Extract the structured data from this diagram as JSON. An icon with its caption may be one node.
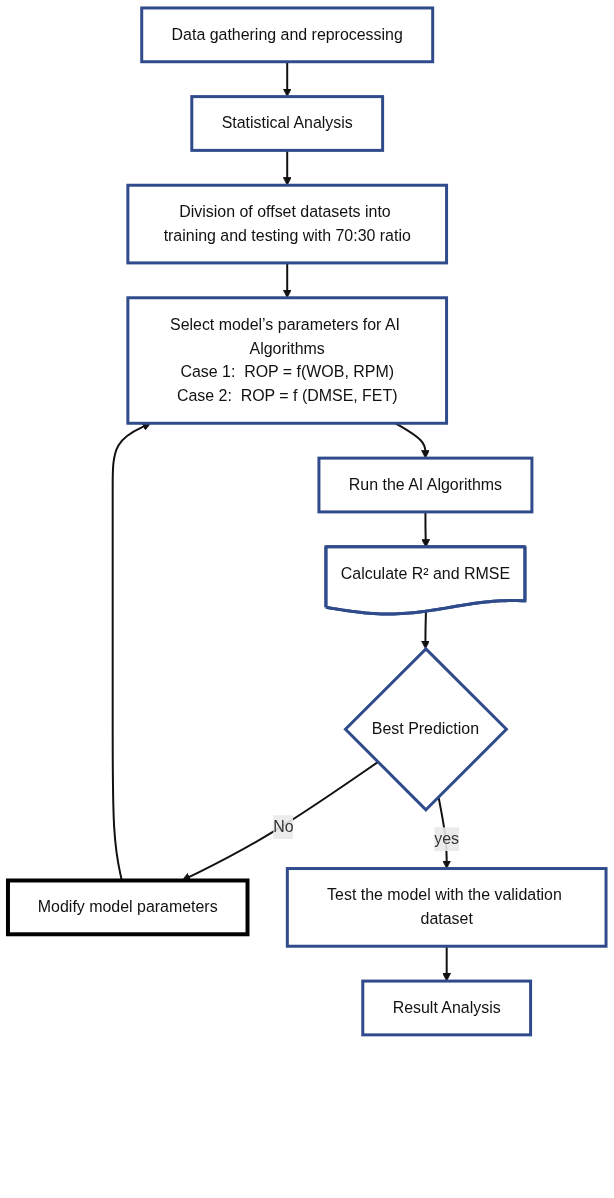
{
  "diagram": {
    "nodes": [
      {
        "text": [
          "Data gathering and reprocessing"
        ]
      },
      {
        "text": [
          "Statistical Analysis"
        ]
      },
      {
        "text": [
          "Division of offset datasets into training and testing with 70:30 ratio"
        ]
      },
      {
        "text": [
          "Select model’s parameters for AI Algorithms",
          "Case 1:  ROP = f(WOB, RPM)",
          "Case 2:  ROP = f (DMSE, FET)"
        ]
      },
      {
        "text": [
          "Run the AI Algorithms"
        ]
      },
      {
        "text": [
          "Calculate R² and RMSE"
        ]
      },
      {
        "text": [
          "Best Prediction"
        ]
      },
      {
        "text": [
          "Modify model parameters"
        ]
      },
      {
        "text": [
          "Test the model with the validation dataset"
        ]
      },
      {
        "text": [
          "Result Analysis"
        ]
      }
    ],
    "edges": [
      {
        "from": 0,
        "to": 1,
        "arrow": "to"
      },
      {
        "from": 1,
        "to": 2,
        "arrow": "to"
      },
      {
        "from": 2,
        "to": 3,
        "arrow": "to"
      },
      {
        "from": 3,
        "to": 4,
        "arrow": "to"
      },
      {
        "from": 4,
        "to": 5,
        "arrow": "to"
      },
      {
        "from": 5,
        "to": 6,
        "arrow": "to"
      },
      {
        "from": 6,
        "to": 7,
        "label": "No",
        "arrow": "to"
      },
      {
        "from": 7,
        "to": 3,
        "arrow": "to"
      },
      {
        "from": 6,
        "to": 8,
        "label": "yes",
        "arrow": "to"
      },
      {
        "from": 8,
        "to": 9,
        "arrow": "to"
      }
    ]
  }
}
